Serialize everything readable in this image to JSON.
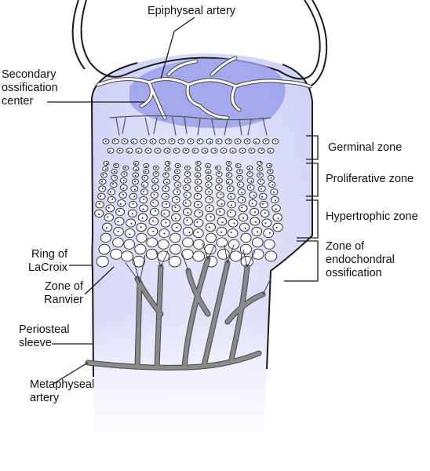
{
  "labels": {
    "epiphyseal_artery": "Epiphyseal artery",
    "secondary_ossification_center": [
      "Secondary",
      "ossification",
      "center"
    ],
    "ring_of_lacroix": [
      "Ring of",
      "LaCroix"
    ],
    "zone_of_ranvier": [
      "Zone of",
      "Ranvier"
    ],
    "periosteal_sleeve": [
      "Periosteal",
      "sleeve"
    ],
    "metaphyseal_artery": [
      "Metaphyseal",
      "artery"
    ],
    "germinal_zone": "Germinal zone",
    "proliferative_zone": "Proliferative zone",
    "hypertrophic_zone": "Hypertrophic zone",
    "zone_of_endochondral_ossification": [
      "Zone of",
      "endochondral",
      "ossification"
    ]
  },
  "colors": {
    "cartilage_fill": "#c8ccf4",
    "ossification_center": "#9aa0ea",
    "outline": "#1a1a1a",
    "vessel_fill": "#8a8a8a"
  }
}
